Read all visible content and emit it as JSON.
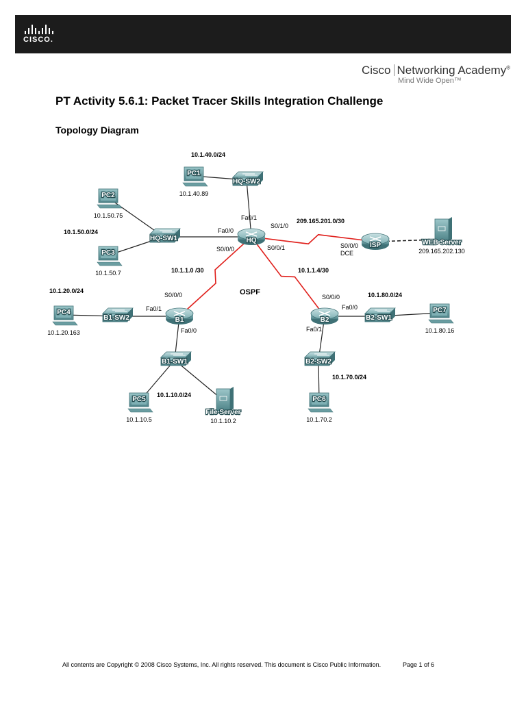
{
  "header": {
    "logo_word": "CISCO.",
    "academy_brand_left": "Cisco",
    "academy_brand_right": "Networking Academy",
    "academy_reg": "®",
    "academy_tagline": "Mind Wide Open™"
  },
  "document": {
    "title": "PT Activity 5.6.1: Packet Tracer Skills Integration Challenge",
    "section_heading": "Topology Diagram"
  },
  "topology": {
    "colors": {
      "serial_link": "#e0201c",
      "device": "#5f9a9e",
      "device_dark": "#3f7176",
      "label_dark": "#264e52"
    },
    "routers": [
      {
        "id": "HQ",
        "label": "HQ"
      },
      {
        "id": "B1",
        "label": "B1"
      },
      {
        "id": "B2",
        "label": "B2"
      },
      {
        "id": "ISP",
        "label": "ISP"
      }
    ],
    "switches": [
      {
        "id": "HQ-SW1",
        "label": "HQ-SW1"
      },
      {
        "id": "HQ-SW2",
        "label": "HQ-SW2"
      },
      {
        "id": "B1-SW1",
        "label": "B1-SW1"
      },
      {
        "id": "B1-SW2",
        "label": "B1-SW2"
      },
      {
        "id": "B2-SW1",
        "label": "B2-SW1"
      },
      {
        "id": "B2-SW2",
        "label": "B2-SW2"
      }
    ],
    "pcs": [
      {
        "id": "PC1",
        "label": "PC1",
        "ip": "10.1.40.89"
      },
      {
        "id": "PC2",
        "label": "PC2",
        "ip": "10.1.50.75"
      },
      {
        "id": "PC3",
        "label": "PC3",
        "ip": "10.1.50.7"
      },
      {
        "id": "PC4",
        "label": "PC4",
        "ip": "10.1.20.163"
      },
      {
        "id": "PC5",
        "label": "PC5",
        "ip": "10.1.10.5"
      },
      {
        "id": "PC6",
        "label": "PC6",
        "ip": "10.1.70.2"
      },
      {
        "id": "PC7",
        "label": "PC7",
        "ip": "10.1.80.16"
      }
    ],
    "servers": [
      {
        "id": "WEB",
        "label": "WEB Server",
        "ip": "209.165.202.130"
      },
      {
        "id": "FILE",
        "label": "File Server",
        "ip": "10.1.10.2"
      }
    ],
    "networks": [
      "10.1.40.0/24",
      "10.1.50.0/24",
      "209.165.201.0/30",
      "10.1.1.0 /30",
      "10.1.1.4/30",
      "10.1.20.0/24",
      "10.1.80.0/24",
      "10.1.10.0/24",
      "10.1.70.0/24"
    ],
    "interfaces": [
      "Fa0/1",
      "Fa0/0",
      "S0/1/0",
      "S0/0/0",
      "S0/0/1",
      "S0/0/0",
      "DCE",
      "S0/0/0",
      "S0/0/0",
      "Fa0/1",
      "Fa0/0",
      "Fa0/0",
      "Fa0/1"
    ],
    "routing_protocol": "OSPF"
  },
  "footer": {
    "copyright": "All contents are Copyright © 2008 Cisco Systems, Inc. All rights reserved. This document is Cisco Public Information.",
    "page": "Page 1 of 6"
  }
}
